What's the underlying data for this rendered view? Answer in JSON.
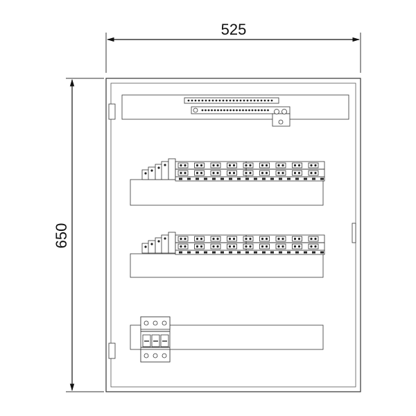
{
  "dimensions": {
    "width_label": "525",
    "height_label": "650"
  },
  "colors": {
    "line": "#333333",
    "background": "#ffffff"
  },
  "components": {
    "top_bar": "busbar-terminal-strips",
    "row_1": "terminal-block-row",
    "row_2": "terminal-block-row",
    "breaker": "circuit-breaker"
  }
}
